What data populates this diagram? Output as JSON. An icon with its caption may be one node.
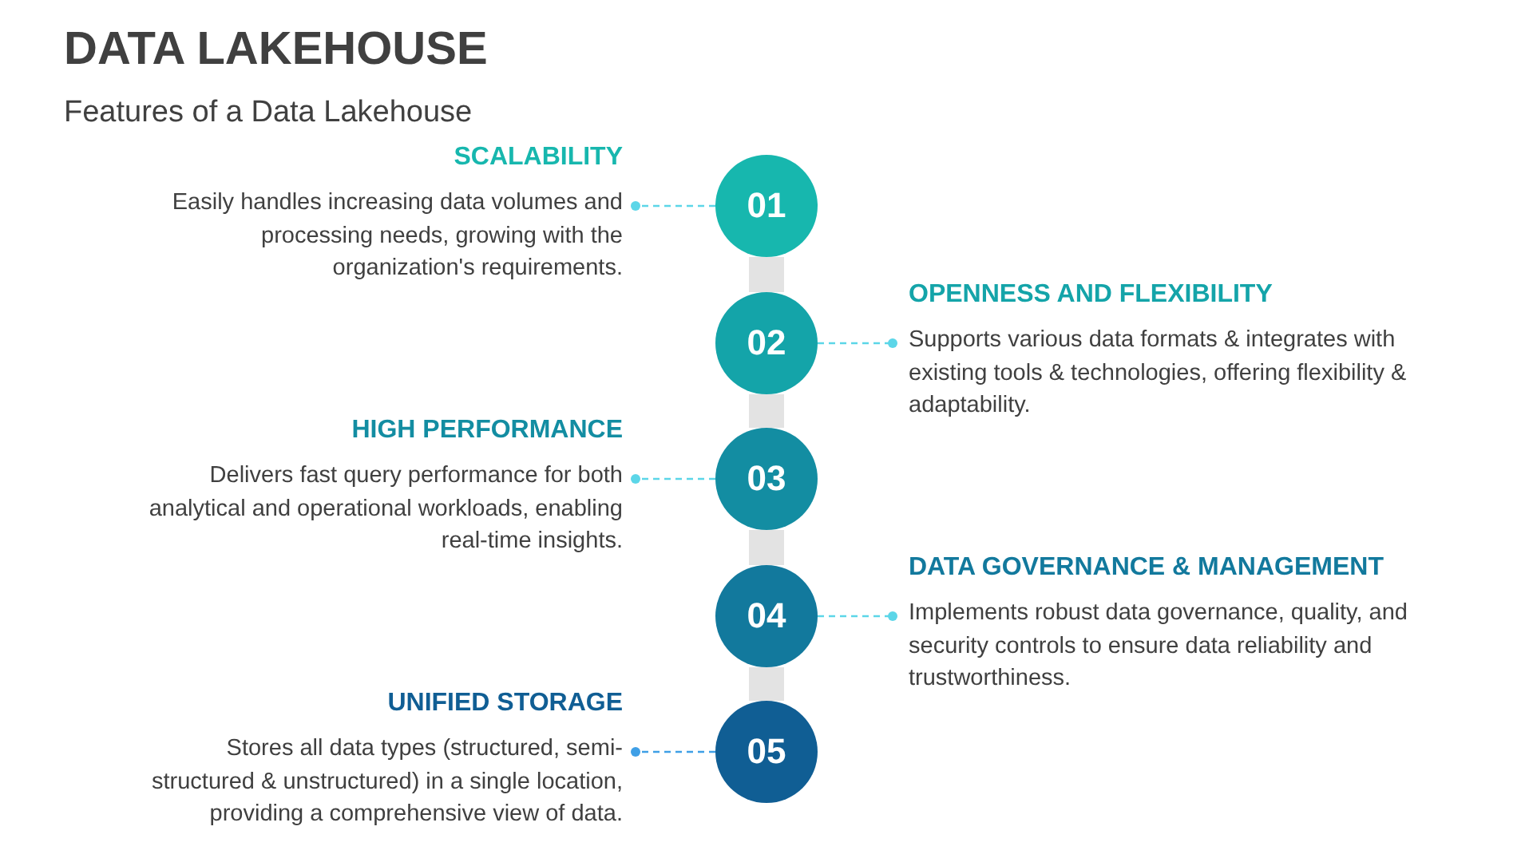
{
  "diagram": {
    "title": "DATA LAKEHOUSE",
    "nodes": [
      {
        "text": [
          "SCALABILITY",
          "Easily handles increasing data volumes and processing needs, growing with the organization's requirements."
        ]
      },
      {
        "text": [
          "01"
        ]
      },
      {
        "text": [
          "02"
        ]
      },
      {
        "text": [
          "OPENNESS AND FLEXIBILITY",
          "Supports various data formats & integrates with existing tools & technologies, offering flexibility & adaptability."
        ]
      },
      {
        "text": [
          "HIGH PERFORMANCE",
          "Delivers fast query performance for both analytical and operational workloads, enabling real-time insights."
        ]
      },
      {
        "text": [
          "03"
        ]
      },
      {
        "text": [
          "04"
        ]
      },
      {
        "text": [
          "DATA GOVERNANCE & MANAGEMENT",
          "Implements robust data governance, quality, and security controls to ensure data reliability and trustworthiness."
        ]
      },
      {
        "text": [
          "UNIFIED STORAGE",
          "Stores all data types (structured, semi-structured & unstructured) in a single location, providing a comprehensive view of data."
        ]
      },
      {
        "text": [
          "05"
        ]
      }
    ],
    "edges": [
      {
        "from": 1,
        "to": 0,
        "arrow": "other",
        "style": "dashed"
      },
      {
        "from": 2,
        "to": 3,
        "arrow": "other",
        "style": "dashed"
      },
      {
        "from": 5,
        "to": 4,
        "arrow": "other",
        "style": "dashed"
      },
      {
        "from": 6,
        "to": 7,
        "arrow": "other",
        "style": "dashed"
      },
      {
        "from": 9,
        "to": 8,
        "arrow": "other",
        "style": "dashed",
        "color": "#3f9fe6"
      },
      {
        "from": 1,
        "to": 2,
        "arrow": "none",
        "style": "thick",
        "color": "#e3e3e3"
      },
      {
        "from": 2,
        "to": 5,
        "arrow": "none",
        "style": "thick",
        "color": "#e3e3e3"
      },
      {
        "from": 5,
        "to": 6,
        "arrow": "none",
        "style": "thick",
        "color": "#e3e3e3"
      },
      {
        "from": 6,
        "to": 9,
        "arrow": "none",
        "style": "thick",
        "color": "#e3e3e3"
      }
    ],
    "labels": [
      "Features of a Data Lakehouse"
    ]
  }
}
